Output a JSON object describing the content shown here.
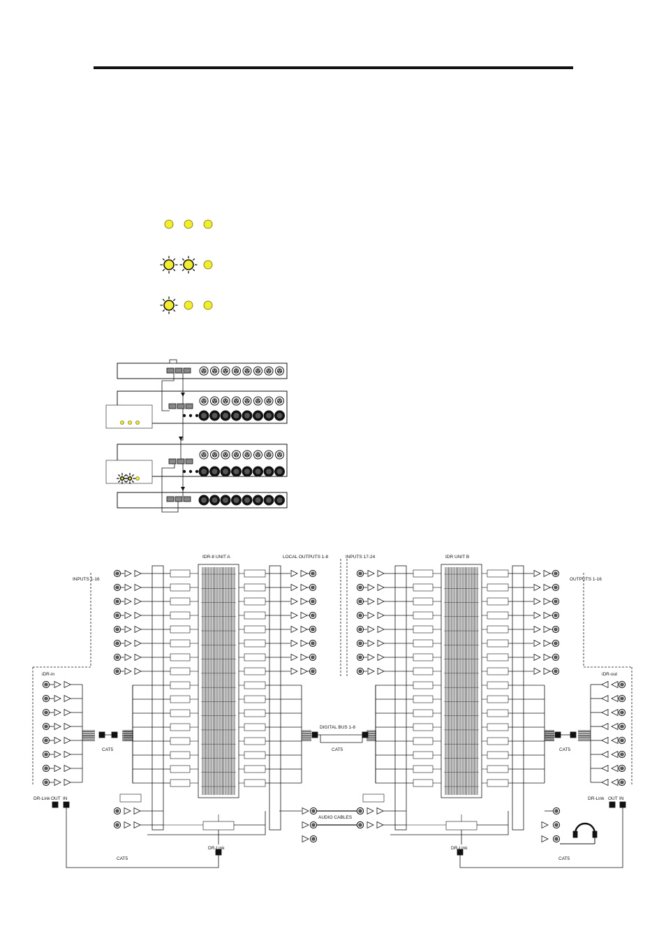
{
  "colors": {
    "led_fill": "#f2ee2e",
    "led_stroke": "#6b6b00",
    "line": "#111111"
  },
  "led_status": {
    "rows": [
      {
        "icon": "led-row-all-steady-icon",
        "leds": [
          "steady",
          "steady",
          "steady"
        ]
      },
      {
        "icon": "led-row-two-flashing-icon",
        "leds": [
          "flashing",
          "flashing",
          "steady"
        ]
      },
      {
        "icon": "led-row-one-flashing-icon",
        "leds": [
          "flashing",
          "steady",
          "steady"
        ]
      }
    ]
  },
  "rack_diagram": {
    "units": 4,
    "xlr_per_row": 8
  },
  "signal_flow": {
    "unit_a_title": "IDR-8 UNIT A",
    "unit_b_title": "IDR UNIT B",
    "inputs_1_16": "INPUTS 1-16",
    "local_outputs": "LOCAL OUTPUTS 1-8",
    "inputs_17_24": "INPUTS 17-24",
    "outputs_1_16": "OUTPUTS 1-16",
    "idr_in": "iDR-in",
    "idr_out": "iDR-out",
    "digital_bus": "DIGITAL BUS 1-8",
    "cat5": "CAT5",
    "audio_cables": "AUDIO CABLES",
    "dr_link_a": "DR-Link",
    "dr_link_b": "DR-Link",
    "dr_link_left": "DR-Link",
    "dr_link_right": "DR-Link",
    "out": "OUT",
    "in": "IN"
  }
}
